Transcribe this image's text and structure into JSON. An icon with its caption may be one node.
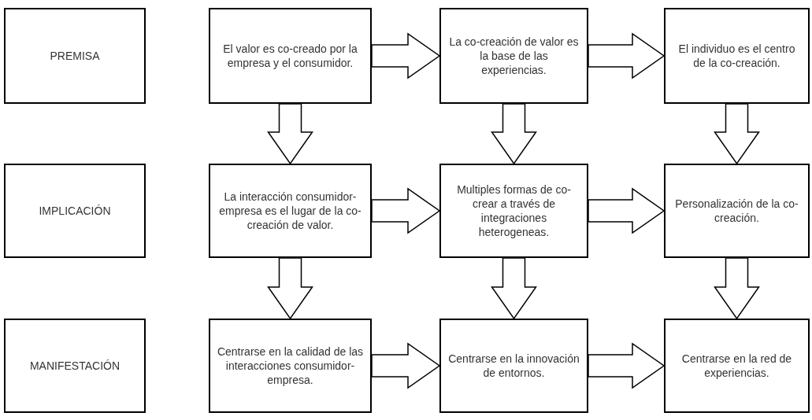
{
  "diagram": {
    "nodes": [
      {
        "text": [
          "PREMISA"
        ]
      },
      {
        "text": [
          "El valor es co-creado por la empresa y el consumidor."
        ]
      },
      {
        "text": [
          "La co-creación de valor es la base de las experiencias."
        ]
      },
      {
        "text": [
          "El individuo es el centro de la co-creación."
        ]
      },
      {
        "text": [
          "IMPLICACIÓN"
        ]
      },
      {
        "text": [
          "La interacción consumidor-empresa es el lugar de la co-creación de valor."
        ]
      },
      {
        "text": [
          "Multiples formas de co-crear a través de integraciones heterogeneas."
        ]
      },
      {
        "text": [
          "Personalización de la co-creación."
        ]
      },
      {
        "text": [
          "MANIFESTACIÓN"
        ]
      },
      {
        "text": [
          "Centrarse en la calidad de las interacciones consumidor-empresa."
        ]
      },
      {
        "text": [
          "Centrarse en la innovación de entornos."
        ]
      },
      {
        "text": [
          "Centrarse en la red de experiencias."
        ]
      }
    ],
    "edges": [
      {
        "from": 1,
        "to": 2,
        "arrow": "to"
      },
      {
        "from": 2,
        "to": 3,
        "arrow": "to"
      },
      {
        "from": 1,
        "to": 5,
        "arrow": "to"
      },
      {
        "from": 2,
        "to": 6,
        "arrow": "to"
      },
      {
        "from": 3,
        "to": 7,
        "arrow": "to"
      },
      {
        "from": 5,
        "to": 6,
        "arrow": "to"
      },
      {
        "from": 6,
        "to": 7,
        "arrow": "to"
      },
      {
        "from": 5,
        "to": 9,
        "arrow": "to"
      },
      {
        "from": 6,
        "to": 10,
        "arrow": "to"
      },
      {
        "from": 7,
        "to": 11,
        "arrow": "to"
      },
      {
        "from": 9,
        "to": 10,
        "arrow": "to"
      },
      {
        "from": 10,
        "to": 11,
        "arrow": "to"
      }
    ]
  }
}
